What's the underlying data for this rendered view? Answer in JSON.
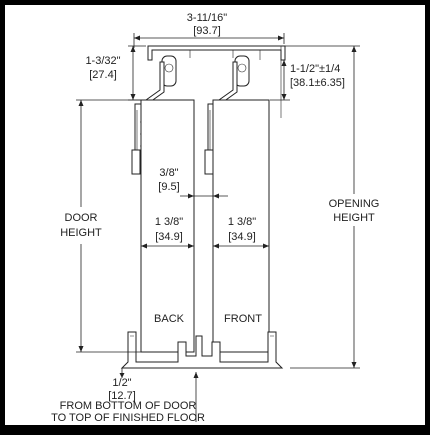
{
  "colors": {
    "frame": "#000000",
    "paper": "#ffffff",
    "ink": "#222222"
  },
  "dimensions": {
    "track_width": {
      "imperial": "3-11/16\"",
      "metric": "[93.7]"
    },
    "track_height": {
      "imperial": "1-3/32\"",
      "metric": "[27.4]"
    },
    "adjustment": {
      "imperial": "1-1/2\"±1/4",
      "metric": "[38.1±6.35]"
    },
    "door_gap": {
      "imperial": "3/8\"",
      "metric": "[9.5]"
    },
    "back_thickness": {
      "imperial": "1 3/8\"",
      "metric": "[34.9]"
    },
    "front_thickness": {
      "imperial": "1 3/8\"",
      "metric": "[34.9]"
    },
    "floor_clearance": {
      "imperial": "1/2\"",
      "metric": "[12.7]"
    }
  },
  "labels": {
    "door_height": [
      "DOOR",
      "HEIGHT"
    ],
    "opening_height": [
      "OPENING",
      "HEIGHT"
    ],
    "back": "BACK",
    "front": "FRONT",
    "floor_note": [
      "FROM BOTTOM OF DOOR",
      "TO TOP OF FINISHED FLOOR"
    ]
  }
}
